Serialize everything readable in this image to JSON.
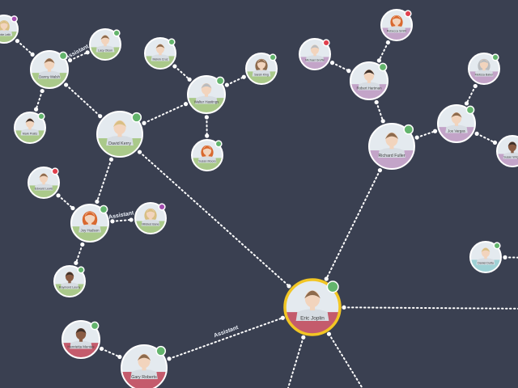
{
  "colors": {
    "background": "#3a4051",
    "green_card": "#aac98a",
    "purple_card": "#c3a4c8",
    "red_card": "#c45b6c",
    "teal_card": "#9fd1d5",
    "photo_bg": "#e4eaef",
    "selected_ring": "#f2c624",
    "status_green": "#63b46c",
    "status_red": "#e0404d",
    "status_purple": "#a44fb0"
  },
  "nodes": [
    {
      "id": "abt",
      "name": "Abbie Leith",
      "color": "green",
      "status": "purple",
      "hair": "blonde",
      "skin": "light"
    },
    {
      "id": "danny",
      "name": "Danny Walsh",
      "color": "green",
      "status": "green",
      "hair": "brown",
      "skin": "light"
    },
    {
      "id": "lacy",
      "name": "Lacy Olson",
      "color": "green",
      "status": "green",
      "hair": "brown",
      "skin": "light"
    },
    {
      "id": "melvin",
      "name": "Melvin Cruz",
      "color": "green",
      "status": "green",
      "hair": "brown",
      "skin": "light"
    },
    {
      "id": "walter",
      "name": "Walter Hastings",
      "color": "green",
      "status": "green",
      "hair": "grey",
      "skin": "light"
    },
    {
      "id": "sarah",
      "name": "Sarah King",
      "color": "green",
      "status": "green",
      "hair": "brown",
      "skin": "light"
    },
    {
      "id": "mark",
      "name": "Mark Pratts",
      "color": "green",
      "status": "green",
      "hair": "dark",
      "skin": "light"
    },
    {
      "id": "david",
      "name": "David Kerry",
      "color": "green",
      "status": "green",
      "hair": "blonde",
      "skin": "light"
    },
    {
      "id": "susan",
      "name": "Susan Moore",
      "color": "green",
      "status": "green",
      "hair": "red",
      "skin": "light"
    },
    {
      "id": "edward",
      "name": "Edward Lewis",
      "color": "green",
      "status": "red",
      "hair": "brown",
      "skin": "light"
    },
    {
      "id": "joy",
      "name": "Joy Hudson",
      "color": "green",
      "status": "green",
      "hair": "red",
      "skin": "light"
    },
    {
      "id": "mildred",
      "name": "Mildred Bane",
      "color": "green",
      "status": "purple",
      "hair": "blonde",
      "skin": "light"
    },
    {
      "id": "raymond",
      "name": "Raymond Leuny",
      "color": "green",
      "status": "green",
      "hair": "dark",
      "skin": "dark"
    },
    {
      "id": "henrietta",
      "name": "Henrietta Mentas",
      "color": "red",
      "status": "green",
      "hair": "dark",
      "skin": "dark"
    },
    {
      "id": "gary",
      "name": "Gary Roberts",
      "color": "red",
      "status": "green",
      "hair": "brown",
      "skin": "light"
    },
    {
      "id": "eric",
      "name": "Eric Joplin",
      "color": "red",
      "status": "green",
      "hair": "brown",
      "skin": "light"
    },
    {
      "id": "rebecca",
      "name": "Rebecca Smith",
      "color": "purple",
      "status": "red",
      "hair": "red",
      "skin": "light"
    },
    {
      "id": "michael",
      "name": "Michael Grefte",
      "color": "purple",
      "status": "red",
      "hair": "grey",
      "skin": "light"
    },
    {
      "id": "robert",
      "name": "Robert Hartman",
      "color": "purple",
      "status": "green",
      "hair": "dark",
      "skin": "light"
    },
    {
      "id": "melissa",
      "name": "Melissa Baker",
      "color": "purple",
      "status": "green",
      "hair": "grey",
      "skin": "light"
    },
    {
      "id": "richard",
      "name": "Richard Fuller",
      "color": "purple",
      "status": "green",
      "hair": "brown",
      "skin": "light"
    },
    {
      "id": "joe",
      "name": "Joe Vargas",
      "color": "purple",
      "status": "green",
      "hair": "brown",
      "skin": "light"
    },
    {
      "id": "wright",
      "name": "Susan Wright",
      "color": "purple",
      "status": "green",
      "hair": "dark",
      "skin": "dark"
    },
    {
      "id": "daniel",
      "name": "Daniel Dutta",
      "color": "teal",
      "status": "green",
      "hair": "blonde",
      "skin": "light"
    }
  ],
  "edges": [
    {
      "from": "abt",
      "to": "danny"
    },
    {
      "from": "danny",
      "to": "lacy",
      "label": "Assistant"
    },
    {
      "from": "danny",
      "to": "mark"
    },
    {
      "from": "danny",
      "to": "david"
    },
    {
      "from": "melvin",
      "to": "walter"
    },
    {
      "from": "walter",
      "to": "sarah"
    },
    {
      "from": "walter",
      "to": "david"
    },
    {
      "from": "walter",
      "to": "susan"
    },
    {
      "from": "david",
      "to": "joy"
    },
    {
      "from": "david",
      "to": "eric"
    },
    {
      "from": "edward",
      "to": "joy"
    },
    {
      "from": "joy",
      "to": "mildred",
      "label": "Assistant"
    },
    {
      "from": "joy",
      "to": "raymond"
    },
    {
      "from": "henrietta",
      "to": "gary"
    },
    {
      "from": "gary",
      "to": "eric",
      "label": "Assistant"
    },
    {
      "from": "rebecca",
      "to": "robert"
    },
    {
      "from": "michael",
      "to": "robert"
    },
    {
      "from": "robert",
      "to": "richard"
    },
    {
      "from": "melissa",
      "to": "joe"
    },
    {
      "from": "richard",
      "to": "joe"
    },
    {
      "from": "joe",
      "to": "wright"
    },
    {
      "from": "richard",
      "to": "eric"
    },
    {
      "from": "daniel",
      "to": "offscreen_right_1"
    },
    {
      "from": "eric",
      "to": "offscreen_right_2"
    },
    {
      "from": "eric",
      "to": "offscreen_bottom_1"
    },
    {
      "from": "eric",
      "to": "offscreen_bottom_2"
    }
  ]
}
